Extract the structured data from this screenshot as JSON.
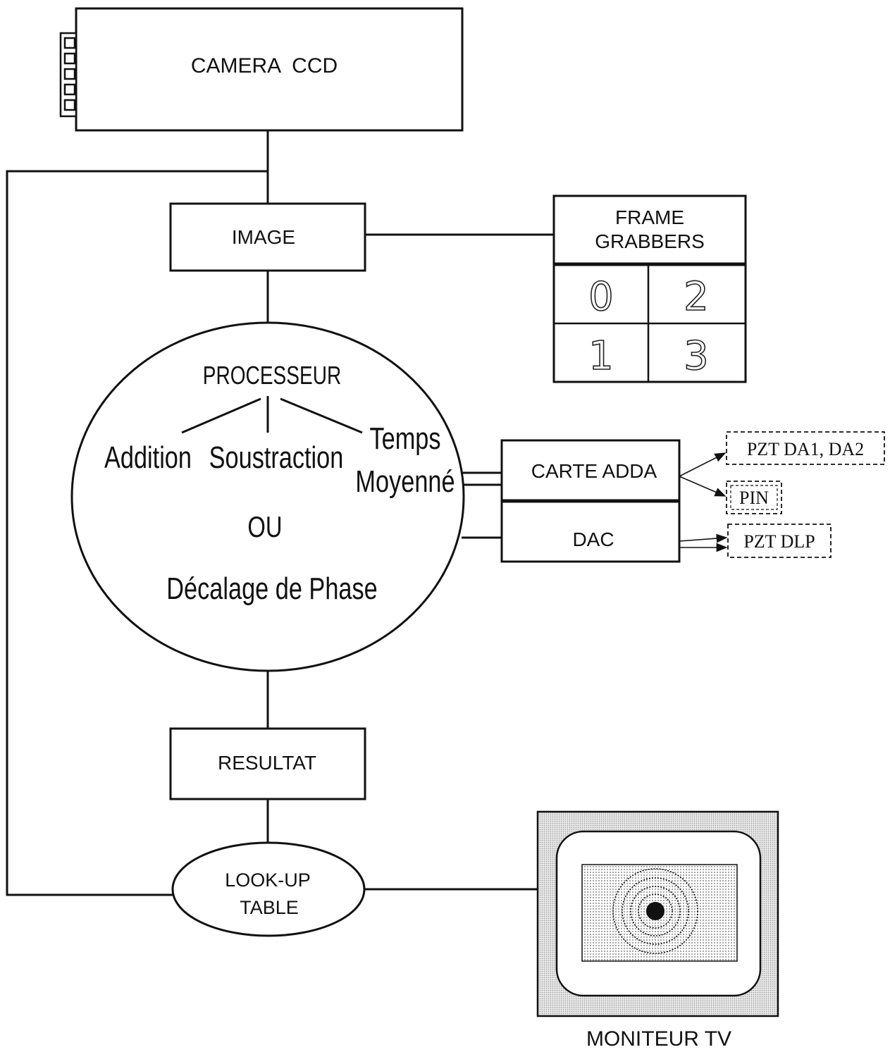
{
  "camera": {
    "label": "CAMERA  CCD"
  },
  "image_block": {
    "label": "IMAGE"
  },
  "frame_grabbers": {
    "title_line1": "FRAME",
    "title_line2": "GRABBERS",
    "cells": [
      "0",
      "2",
      "1",
      "3"
    ]
  },
  "processor": {
    "title": "PROCESSEUR",
    "op_addition": "Addition",
    "op_soustraction": "Soustraction",
    "op_temps_line1": "Temps",
    "op_temps_line2": "Moyenné",
    "ou": "OU",
    "phase": "Décalage de Phase"
  },
  "carte_adda": {
    "label": "CARTE ADDA"
  },
  "dac": {
    "label": "DAC"
  },
  "pzt_da": {
    "label": "PZT DA1, DA2"
  },
  "pin": {
    "label": "PIN"
  },
  "pzt_dlp": {
    "label": "PZT DLP"
  },
  "resultat": {
    "label": "RESULTAT"
  },
  "lut": {
    "line1": "LOOK-UP",
    "line2": "TABLE"
  },
  "monitor": {
    "label": "MONITEUR TV"
  },
  "colors": {
    "ink": "#111111",
    "screen_bezel": "#d4d4d4",
    "screen_dots": "#8a8a8a"
  }
}
